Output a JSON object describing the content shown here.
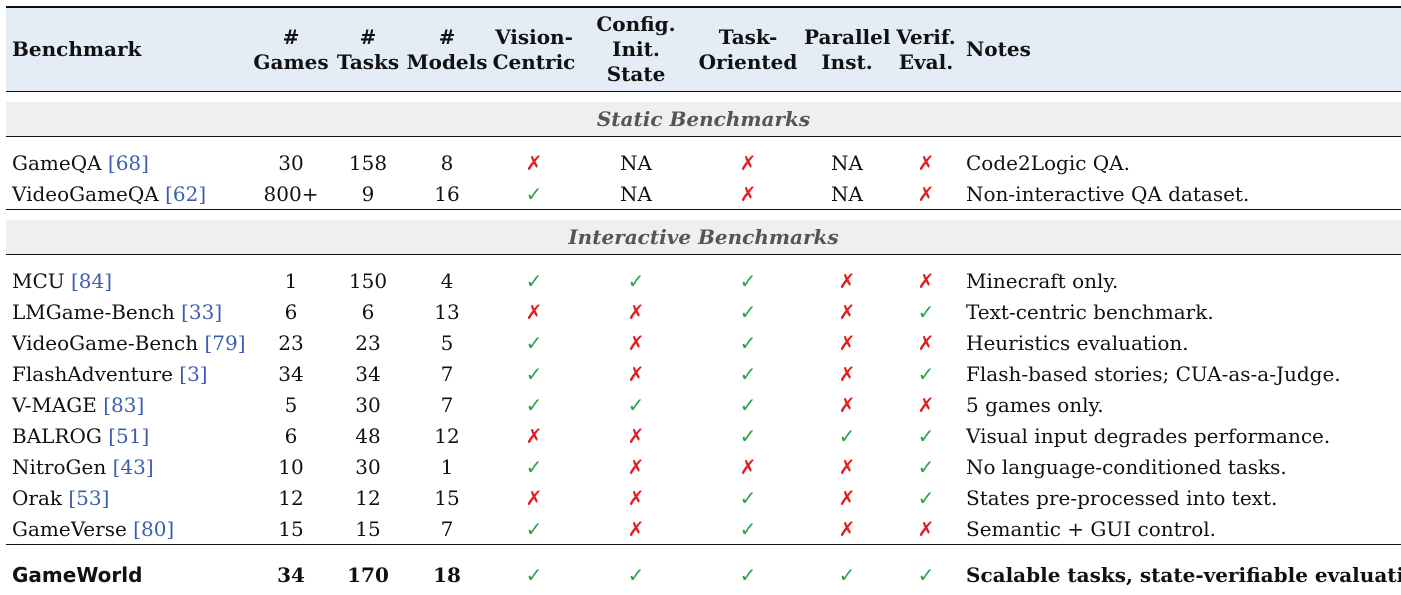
{
  "header": {
    "benchmark": "Benchmark",
    "games": [
      "#",
      "Games"
    ],
    "tasks": [
      "#",
      "Tasks"
    ],
    "models": [
      "#",
      "Models"
    ],
    "vision": [
      "Vision-",
      "Centric"
    ],
    "config": [
      "Config.",
      "Init. State"
    ],
    "task_oriented": [
      "Task-",
      "Oriented"
    ],
    "parallel": [
      "Parallel",
      "Inst."
    ],
    "verif": [
      "Verif.",
      "Eval."
    ],
    "notes": "Notes"
  },
  "sections": {
    "static": "Static Benchmarks",
    "interactive": "Interactive Benchmarks"
  },
  "symbols": {
    "yes": "✓",
    "no": "✗"
  },
  "colors": {
    "header_bg": "#e4ecf6",
    "section_bg": "#efefef",
    "check": "#2aa24a",
    "cross": "#e02020",
    "cite": "#3b5fb0"
  },
  "static_rows": [
    {
      "name": "GameQA",
      "cite": "[68]",
      "games": "30",
      "tasks": "158",
      "models": "8",
      "vision": "no",
      "config": "NA",
      "task_oriented": "no",
      "parallel": "NA",
      "verif": "no",
      "note": "Code2Logic QA."
    },
    {
      "name": "VideoGameQA",
      "cite": "[62]",
      "games": "800+",
      "tasks": "9",
      "models": "16",
      "vision": "yes",
      "config": "NA",
      "task_oriented": "no",
      "parallel": "NA",
      "verif": "no",
      "note": "Non-interactive QA dataset."
    }
  ],
  "interactive_rows": [
    {
      "name": "MCU",
      "cite": "[84]",
      "games": "1",
      "tasks": "150",
      "models": "4",
      "vision": "yes",
      "config": "yes",
      "task_oriented": "yes",
      "parallel": "no",
      "verif": "no",
      "note": "Minecraft only."
    },
    {
      "name": "LMGame-Bench",
      "cite": "[33]",
      "games": "6",
      "tasks": "6",
      "models": "13",
      "vision": "no",
      "config": "no",
      "task_oriented": "yes",
      "parallel": "no",
      "verif": "yes",
      "note": "Text-centric benchmark."
    },
    {
      "name": "VideoGame-Bench",
      "cite": "[79]",
      "games": "23",
      "tasks": "23",
      "models": "5",
      "vision": "yes",
      "config": "no",
      "task_oriented": "yes",
      "parallel": "no",
      "verif": "no",
      "note": "Heuristics evaluation."
    },
    {
      "name": "FlashAdventure",
      "cite": "[3]",
      "games": "34",
      "tasks": "34",
      "models": "7",
      "vision": "yes",
      "config": "no",
      "task_oriented": "yes",
      "parallel": "no",
      "verif": "yes",
      "note": "Flash-based stories; CUA-as-a-Judge."
    },
    {
      "name": "V-MAGE",
      "cite": "[83]",
      "games": "5",
      "tasks": "30",
      "models": "7",
      "vision": "yes",
      "config": "yes",
      "task_oriented": "yes",
      "parallel": "no",
      "verif": "no",
      "note": "5 games only."
    },
    {
      "name": "BALROG",
      "cite": "[51]",
      "games": "6",
      "tasks": "48",
      "models": "12",
      "vision": "no",
      "config": "no",
      "task_oriented": "yes",
      "parallel": "yes",
      "verif": "yes",
      "note": "Visual input degrades performance."
    },
    {
      "name": "NitroGen",
      "cite": "[43]",
      "games": "10",
      "tasks": "30",
      "models": "1",
      "vision": "yes",
      "config": "no",
      "task_oriented": "no",
      "parallel": "no",
      "verif": "yes",
      "note": "No language-conditioned tasks."
    },
    {
      "name": "Orak",
      "cite": "[53]",
      "games": "12",
      "tasks": "12",
      "models": "15",
      "vision": "no",
      "config": "no",
      "task_oriented": "yes",
      "parallel": "no",
      "verif": "yes",
      "note": "States pre-processed into text."
    },
    {
      "name": "GameVerse",
      "cite": "[80]",
      "games": "15",
      "tasks": "15",
      "models": "7",
      "vision": "yes",
      "config": "no",
      "task_oriented": "yes",
      "parallel": "no",
      "verif": "no",
      "note": "Semantic + GUI control."
    }
  ],
  "final_row": {
    "name": "GameWorld",
    "cite": "",
    "games": "34",
    "tasks": "170",
    "models": "18",
    "vision": "yes",
    "config": "yes",
    "task_oriented": "yes",
    "parallel": "yes",
    "verif": "yes",
    "note": "Scalable tasks, state-verifiable evaluation."
  }
}
